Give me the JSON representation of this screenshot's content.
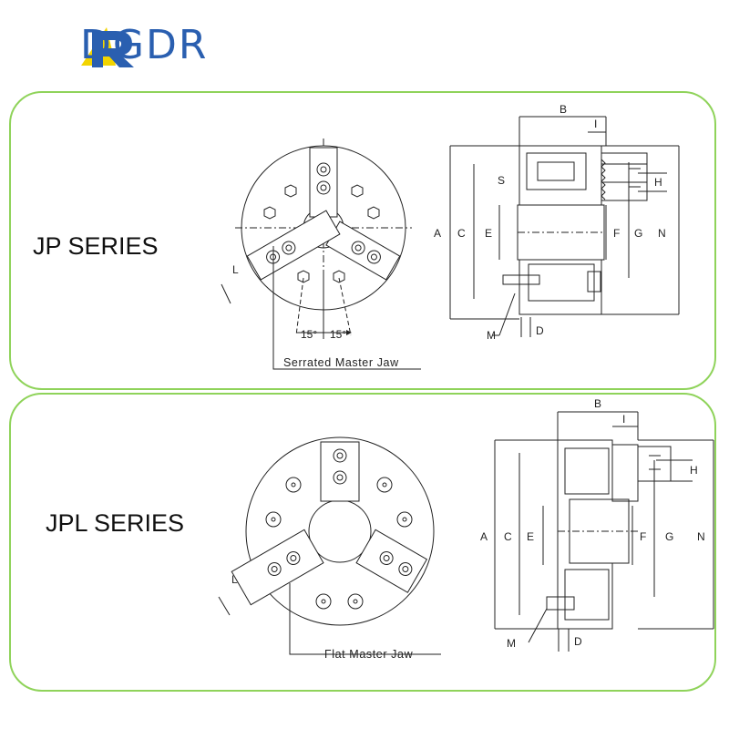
{
  "brand": {
    "name": "DGDR",
    "logo_letter": "R",
    "colors": {
      "blue": "#2a5fb0",
      "yellow": "#f2d400",
      "panel_border": "#8fd35a"
    }
  },
  "panels": [
    {
      "series": "JP SERIES",
      "callout": "Serrated Master Jaw",
      "angles": [
        "15°",
        "15°"
      ],
      "dims": {
        "B": "B",
        "I": "I",
        "S": "S",
        "H": "H",
        "A": "A",
        "C": "C",
        "E": "E",
        "F": "F",
        "G": "G",
        "N": "N",
        "M": "M",
        "D": "D",
        "L": "L"
      }
    },
    {
      "series": "JPL SERIES",
      "callout": "Flat Master Jaw",
      "dims": {
        "B": "B",
        "I": "I",
        "H": "H",
        "A": "A",
        "C": "C",
        "E": "E",
        "F": "F",
        "G": "G",
        "N": "N",
        "M": "M",
        "D": "D",
        "L": "L"
      }
    }
  ]
}
